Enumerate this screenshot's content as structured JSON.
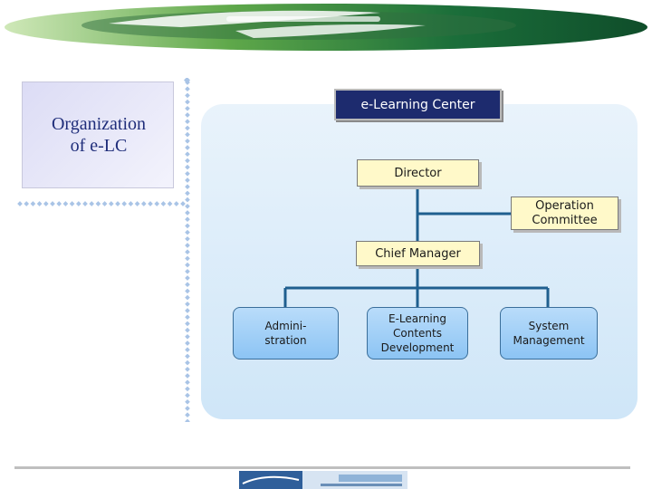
{
  "title": {
    "text": "Organization\nof e-LC"
  },
  "diagram": {
    "root": "e-Learning Center",
    "director": "Director",
    "committee": "Operation\nCommittee",
    "chief": "Chief Manager",
    "departments": [
      "Admini-\nstration",
      "E-Learning\nContents\nDevelopment",
      "System\nManagement"
    ]
  },
  "colors": {
    "root_fill": "#1d2b6e",
    "node_fill": "#fff9c9",
    "department_fill": "#8cc4f4",
    "panel_fill": "#dcecf8",
    "connector": "#1f5f8f"
  }
}
